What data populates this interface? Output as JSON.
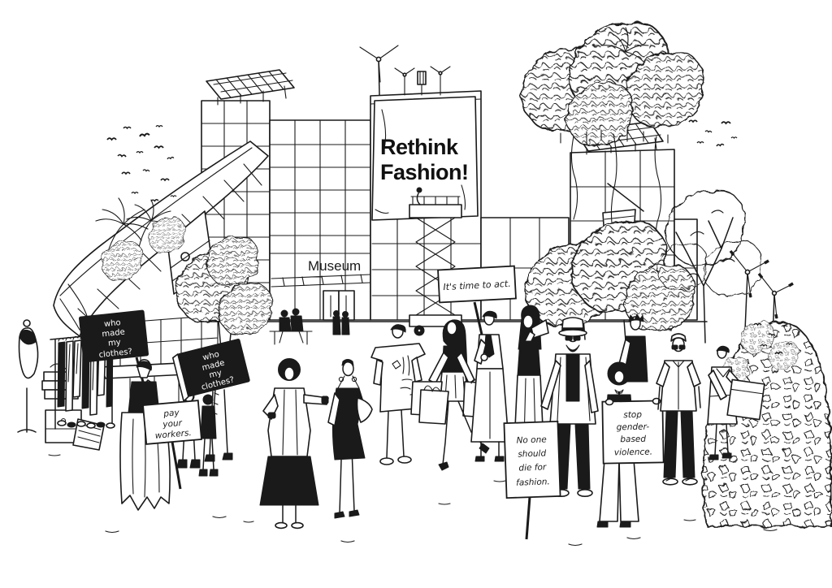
{
  "scene": {
    "style": "black-and-white ink illustration of a fashion-activism protest outside a museum",
    "paper": "#ffffff",
    "ink": "#1a1a1a"
  },
  "banner": {
    "lines": [
      "Rethink",
      "Fashion!"
    ]
  },
  "museum": {
    "label": "Museum"
  },
  "signs": {
    "who_made_left": {
      "lines": [
        "who",
        "made",
        "my",
        "clothes?"
      ]
    },
    "who_made_tilted": {
      "lines": [
        "who",
        "made",
        "my",
        "clothes?"
      ]
    },
    "pay_workers": {
      "lines": [
        "pay",
        "your",
        "workers."
      ]
    },
    "time_to_act": {
      "lines": [
        "It's time to act."
      ]
    },
    "no_one_should_die": {
      "lines": [
        "No one",
        "should",
        "die for",
        "fashion."
      ]
    },
    "stop_gender_violence": {
      "lines": [
        "stop",
        "gender-",
        "based",
        "violence."
      ]
    }
  }
}
